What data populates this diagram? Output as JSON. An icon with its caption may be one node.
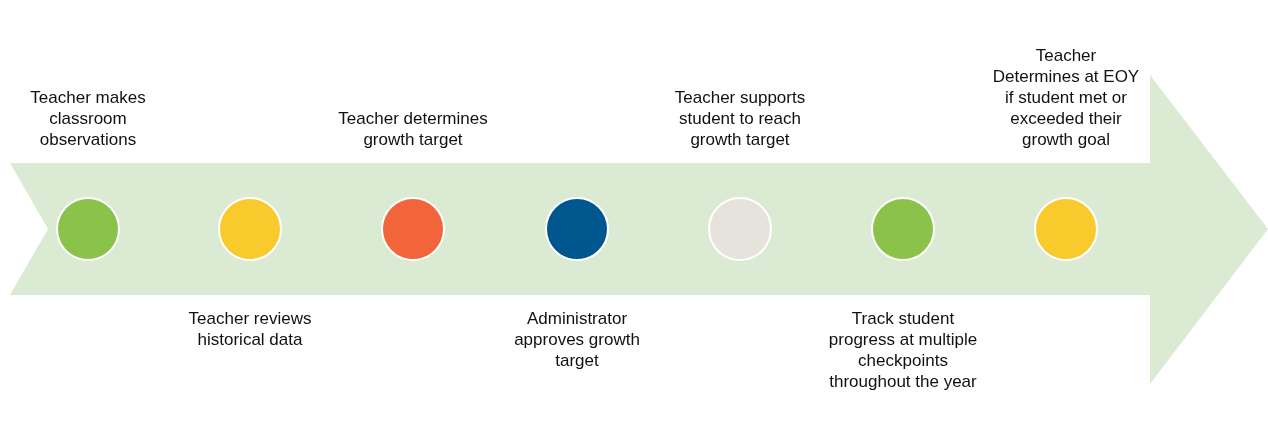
{
  "diagram": {
    "nodes": [
      {
        "text": [],
        "shape": "arrow"
      },
      {
        "text": [],
        "shape": "circle",
        "in": 0,
        "beside": [
          "Teacher makes classroom observations"
        ]
      },
      {
        "text": [],
        "shape": "circle",
        "in": 0,
        "beside": [
          "Teacher reviews historical data"
        ]
      },
      {
        "text": [],
        "shape": "circle",
        "in": 0,
        "beside": [
          "Teacher determines growth target"
        ]
      },
      {
        "text": [],
        "shape": "circle",
        "in": 0,
        "beside": [
          "Administrator approves growth target"
        ]
      },
      {
        "text": [],
        "shape": "circle",
        "in": 0,
        "beside": [
          "Teacher supports student to reach growth target"
        ]
      },
      {
        "text": [],
        "shape": "circle",
        "in": 0,
        "beside": [
          "Track student progress at multiple checkpoints throughout the year"
        ]
      },
      {
        "text": [],
        "shape": "circle",
        "in": 0,
        "beside": [
          "Teacher Determines at EOY if student met or exceeded their growth goal"
        ]
      }
    ]
  }
}
